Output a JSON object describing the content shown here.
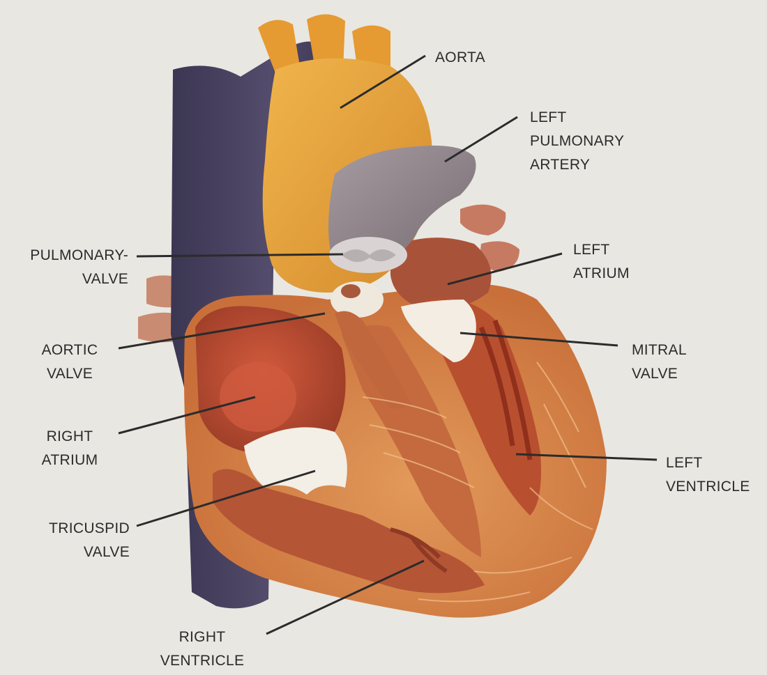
{
  "labels": {
    "aorta": [
      "AORTA"
    ],
    "left_pulmonary_artery": [
      "LEFT",
      "PULMONARY",
      "ARTERY"
    ],
    "pulmonary_valve": [
      "PULMONARY-",
      "VALVE"
    ],
    "left_atrium": [
      "LEFT",
      "ATRIUM"
    ],
    "aortic_valve": [
      "AORTIC",
      "VALVE"
    ],
    "mitral_valve": [
      "MITRAL",
      "VALVE"
    ],
    "right_atrium": [
      "RIGHT",
      "ATRIUM"
    ],
    "left_ventricle": [
      "LEFT",
      "VENTRICLE"
    ],
    "tricuspid_valve": [
      "TRICUSPID",
      "VALVE"
    ],
    "right_ventricle": [
      "RIGHT",
      "VENTRICLE"
    ]
  },
  "colors": {
    "background": "#e9e7e1",
    "vena_cava": "#4a4460",
    "aorta": "#e4a23c",
    "pulmonary_artery": "#8d8286",
    "myocardium": "#d98a4e",
    "chamber_interior": "#a8452b",
    "valve_tissue": "#f1ece4",
    "leader_line": "#2b2b2b"
  }
}
